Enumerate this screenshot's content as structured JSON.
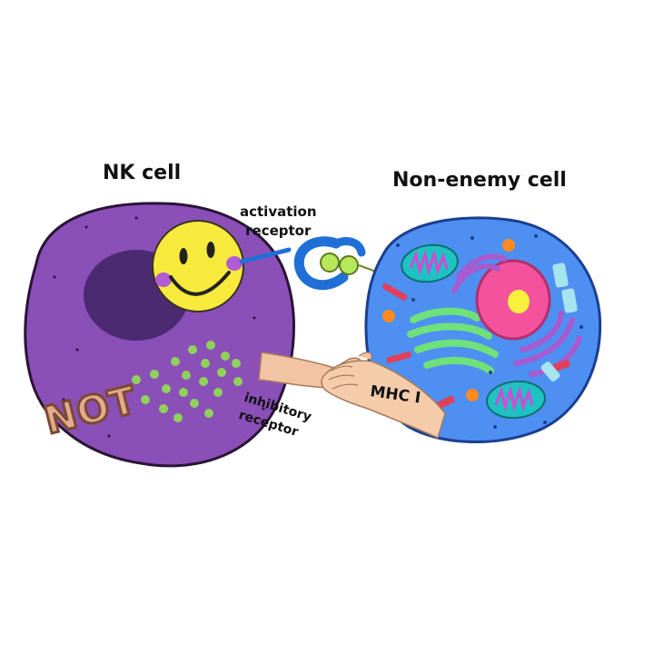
{
  "labels": {
    "nk_cell": "NK cell",
    "non_enemy_cell": "Non-enemy cell",
    "activation_receptor_line1": "activation",
    "activation_receptor_line2": "receptor",
    "inhibitory_receptor_line1": "inhibitory",
    "inhibitory_receptor_line2": "receptor",
    "mhc": "MHC I",
    "not_stamp": "NOT"
  },
  "colors": {
    "nk_cell_fill": "#8b4fb8",
    "nk_cell_outline": "#2a1436",
    "nk_nucleus": "#4b2a72",
    "smiley": "#f7ea3c",
    "receptor_blue": "#1f6fd6",
    "ligand_green": "#b7e85a",
    "target_cell_fill": "#4e8ff2",
    "target_nucleus": "#f5529d",
    "mitochondria": "#1ec2c2",
    "golgi": "#a85ad0",
    "er_green": "#6fe07a",
    "skin": "#f2c4a3",
    "not_text": "#e3aa8b"
  },
  "icons": {
    "face": "smiley-face-icon",
    "handshake": "handshake-icon"
  }
}
